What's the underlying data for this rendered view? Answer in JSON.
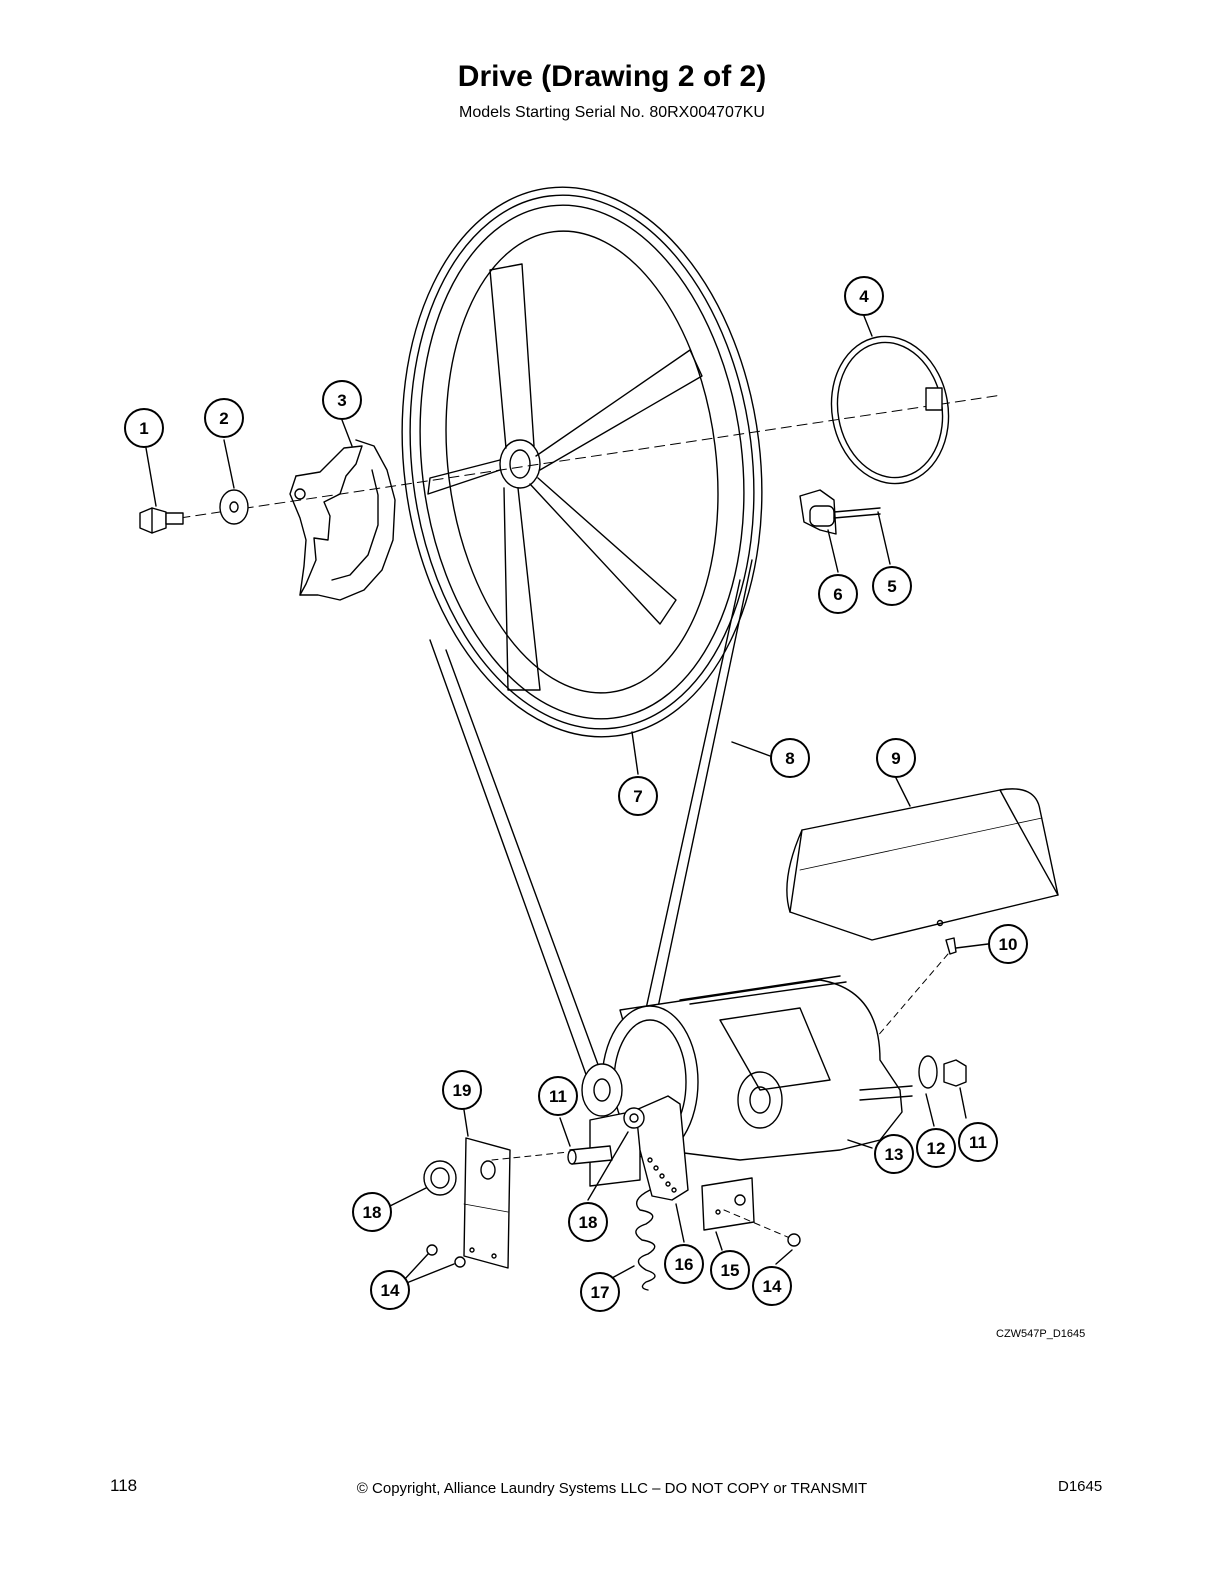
{
  "header": {
    "title": "Drive (Drawing 2 of 2)",
    "subtitle": "Models Starting Serial No. 80RX004707KU"
  },
  "callouts": [
    "1",
    "2",
    "3",
    "4",
    "5",
    "6",
    "7",
    "8",
    "9",
    "10",
    "11",
    "11",
    "12",
    "13",
    "14",
    "14",
    "15",
    "16",
    "17",
    "18",
    "18",
    "19"
  ],
  "drawing_code": "CZW547P_D1645",
  "footer": {
    "page_number": "118",
    "copyright": "© Copyright, Alliance Laundry Systems LLC – DO NOT COPY or TRANSMIT",
    "doc_code": "D1645"
  }
}
